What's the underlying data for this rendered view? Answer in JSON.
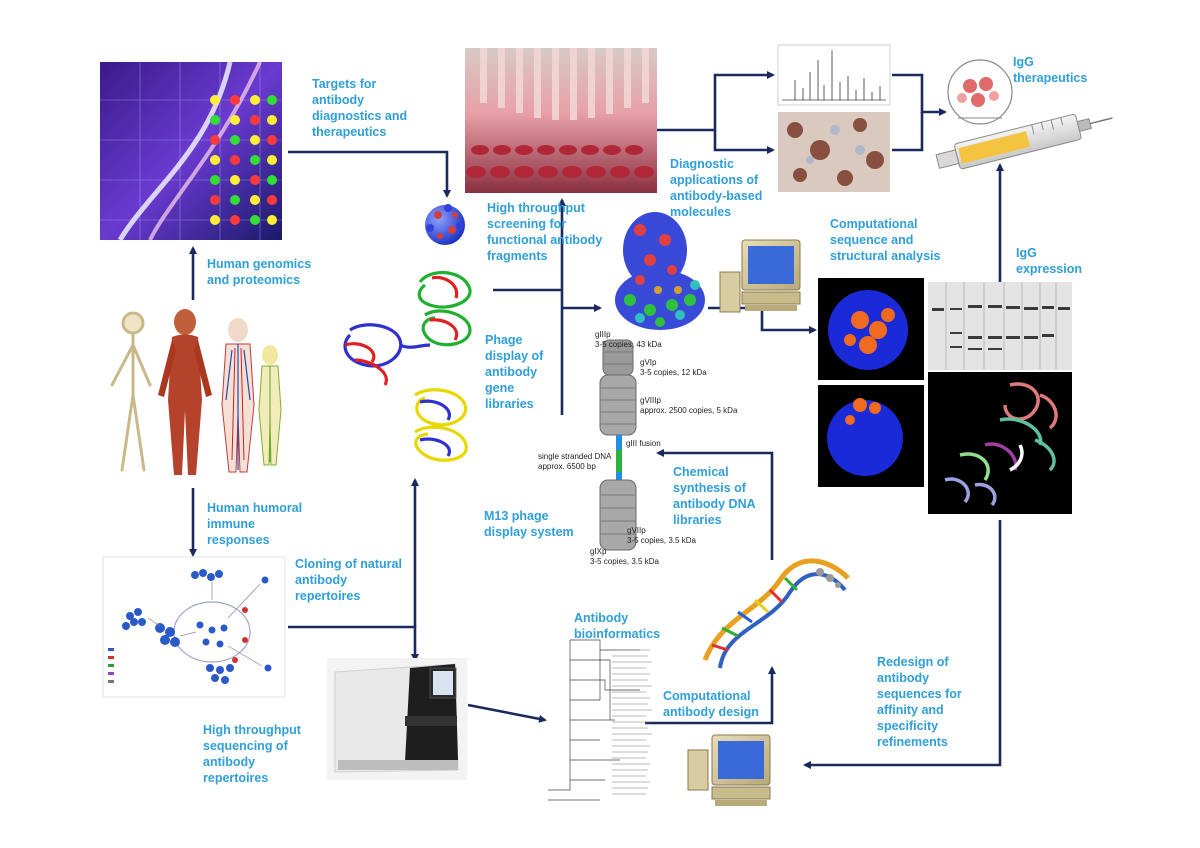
{
  "colors": {
    "label": "#2f9fd8",
    "arrow": "#1b2a5e"
  },
  "labels": {
    "targets": "Targets for\nantibody\ndiagnostics and\ntherapeutics",
    "genomics": "Human genomics\nand proteomics",
    "humoral": "Human humoral\nimmune\nresponses",
    "cloning": "Cloning of natural\nantibody\nrepertoires",
    "hts_seq": "High throughput\nsequencing of\nantibody\nrepertoires",
    "screening": "High throughput\nscreening for\nfunctional antibody\nfragments",
    "phage_display": "Phage\ndisplay of\nantibody\ngene\nlibraries",
    "m13": "M13 phage\ndisplay system",
    "diagnostic": "Diagnostic\napplications of\nantibody-based\nmolecules",
    "igg_therapeutics": "IgG\ntherapeutics",
    "computational": "Computational\nsequence and\nstructural analysis",
    "igg_expression": "IgG\nexpression",
    "chemical": "Chemical\nsynthesis of\nantibody DNA\nlibraries",
    "bioinformatics": "Antibody\nbioinformatics",
    "comp_design": "Computational\nantibody design",
    "redesign": "Redesign of\nantibody\nsequences for\naffinity and\nspecificity\nrefinements"
  },
  "phage_labels": {
    "giiip": "gIIIp\n3-5 copies, 43 kDa",
    "gvip": "gVIp\n3-5 copies, 12 kDa",
    "gviiip": "gVIIIp\napprox. 2500 copies, 5 kDa",
    "ssdna": "single stranded DNA\napprox. 6500 bp",
    "giii_fusion": "gIII fusion",
    "gviip": "gVIIp\n3-5 copies, 3.5 kDa",
    "gixp": "gIXp\n3-5 copies, 3.5 kDa"
  }
}
